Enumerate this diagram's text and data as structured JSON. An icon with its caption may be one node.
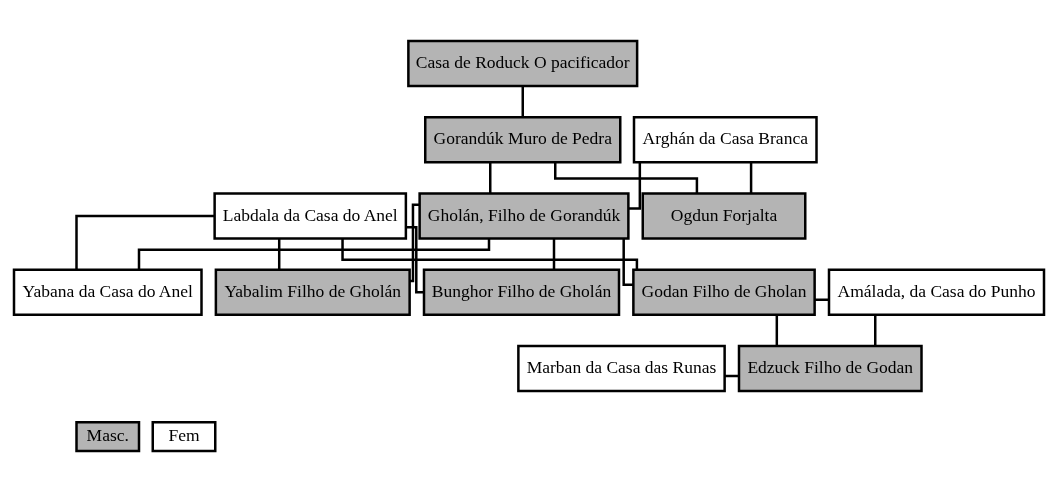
{
  "diagram": {
    "nodes": [
      {
        "text": [
          "Casa de Roduck O pacificador"
        ]
      },
      {
        "text": [
          "Gorandúk Muro de Pedra"
        ]
      },
      {
        "text": [
          "Arghán da Casa Branca"
        ]
      },
      {
        "text": [
          "Labdala da Casa do Anel"
        ]
      },
      {
        "text": [
          "Gholán, Filho de Gorandúk"
        ]
      },
      {
        "text": [
          "Ogdun Forjalta"
        ]
      },
      {
        "text": [
          "Yabana da Casa do Anel"
        ]
      },
      {
        "text": [
          "Yabalim Filho de Gholán"
        ]
      },
      {
        "text": [
          "Bunghor Filho de Gholán"
        ]
      },
      {
        "text": [
          "Godan Filho de Gholan"
        ]
      },
      {
        "text": [
          "Amálada, da Casa do Punho"
        ]
      },
      {
        "text": [
          "Marban da Casa das Runas"
        ]
      },
      {
        "text": [
          "Edzuck Filho de Godan"
        ]
      }
    ],
    "edges": [
      {
        "from": 0,
        "to": 1,
        "arrow": "none"
      },
      {
        "from": 1,
        "to": 4,
        "arrow": "none"
      },
      {
        "from": 2,
        "to": 4,
        "arrow": "none"
      },
      {
        "from": 1,
        "to": 5,
        "arrow": "none"
      },
      {
        "from": 2,
        "to": 5,
        "arrow": "none"
      },
      {
        "from": 3,
        "to": 6,
        "arrow": "none"
      },
      {
        "from": 4,
        "to": 6,
        "arrow": "none"
      },
      {
        "from": 3,
        "to": 7,
        "arrow": "none"
      },
      {
        "from": 4,
        "to": 7,
        "arrow": "none"
      },
      {
        "from": 3,
        "to": 8,
        "arrow": "none"
      },
      {
        "from": 4,
        "to": 8,
        "arrow": "none"
      },
      {
        "from": 3,
        "to": 9,
        "arrow": "none"
      },
      {
        "from": 4,
        "to": 9,
        "arrow": "none"
      },
      {
        "from": 9,
        "to": 10,
        "arrow": "none"
      },
      {
        "from": 9,
        "to": 12,
        "arrow": "none"
      },
      {
        "from": 10,
        "to": 12,
        "arrow": "none"
      },
      {
        "from": 11,
        "to": 12,
        "arrow": "none"
      }
    ],
    "legend": [
      {
        "text": "Masc.",
        "color": "#b4b4b4"
      },
      {
        "text": "Fem",
        "color": "#ffffff"
      }
    ]
  }
}
